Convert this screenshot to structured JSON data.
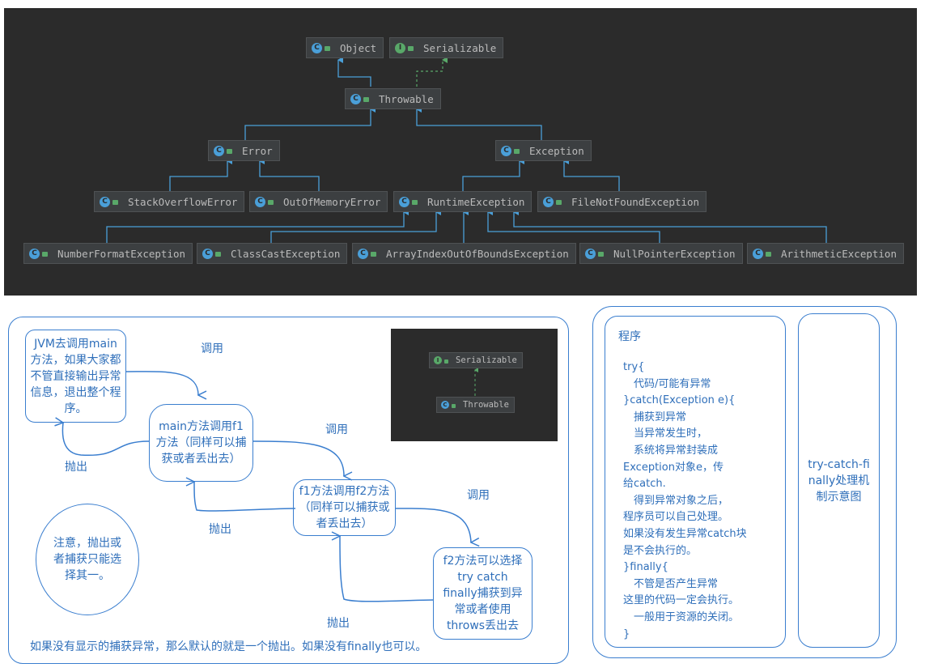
{
  "uml": {
    "object": "Object",
    "serializable": "Serializable",
    "throwable": "Throwable",
    "error": "Error",
    "exception": "Exception",
    "stackoverflow": "StackOverflowError",
    "outofmemory": "OutOfMemoryError",
    "runtime": "RuntimeException",
    "filenotfound": "FileNotFoundException",
    "numberformat": "NumberFormatException",
    "classcast": "ClassCastException",
    "arrayindex": "ArrayIndexOutOfBoundsException",
    "nullpointer": "NullPointerException",
    "arithmetic": "ArithmeticException",
    "icon_class": "C",
    "icon_interface": "I",
    "colors": {
      "background": "#2b2b2b",
      "node": "#3c3f41",
      "arrow": "#4a9fd8",
      "dashed": "#59a869",
      "text": "#bbbbbb"
    }
  },
  "mini": {
    "serializable": "Serializable",
    "throwable": "Throwable"
  },
  "flow": {
    "jvm": "JVM去调用main方法，如果大家都不管直接输出异常信息，退出整个程序。",
    "main": "main方法调用f1方法（同样可以捕获或者丢出去）",
    "f1": "f1方法调用f2方法（同样可以捕获或者丢出去）",
    "f2": "f2方法可以选择try catch finally捕获到异常或者使用throws丢出去",
    "call1": "调用",
    "call2": "调用",
    "call3": "调用",
    "throw1": "抛出",
    "throw2": "抛出",
    "throw3": "抛出",
    "note": "注意，抛出或者捕获只能选择其一。",
    "footer": "如果没有显示的捕获异常，那么默认的就是一个抛出。如果没有finally也可以。",
    "color": "#2f6fba"
  },
  "program": {
    "title": "程序",
    "lines": [
      "try{",
      "　代码/可能有异常",
      "}catch(Exception e){",
      "　捕获到异常",
      "　当异常发生时，",
      "　系统将异常封装成",
      "Exception对象e，传",
      "给catch.",
      "　得到异常对象之后，",
      "程序员可以自己处理。",
      "如果没有发生异常catch块",
      "是不会执行的。",
      "}finally{",
      "　不管是否产生异常",
      "这里的代码一定会执行。",
      "　一般用于资源的关闭。",
      "}"
    ],
    "caption": "try-catch-finally处理机制示意图"
  }
}
